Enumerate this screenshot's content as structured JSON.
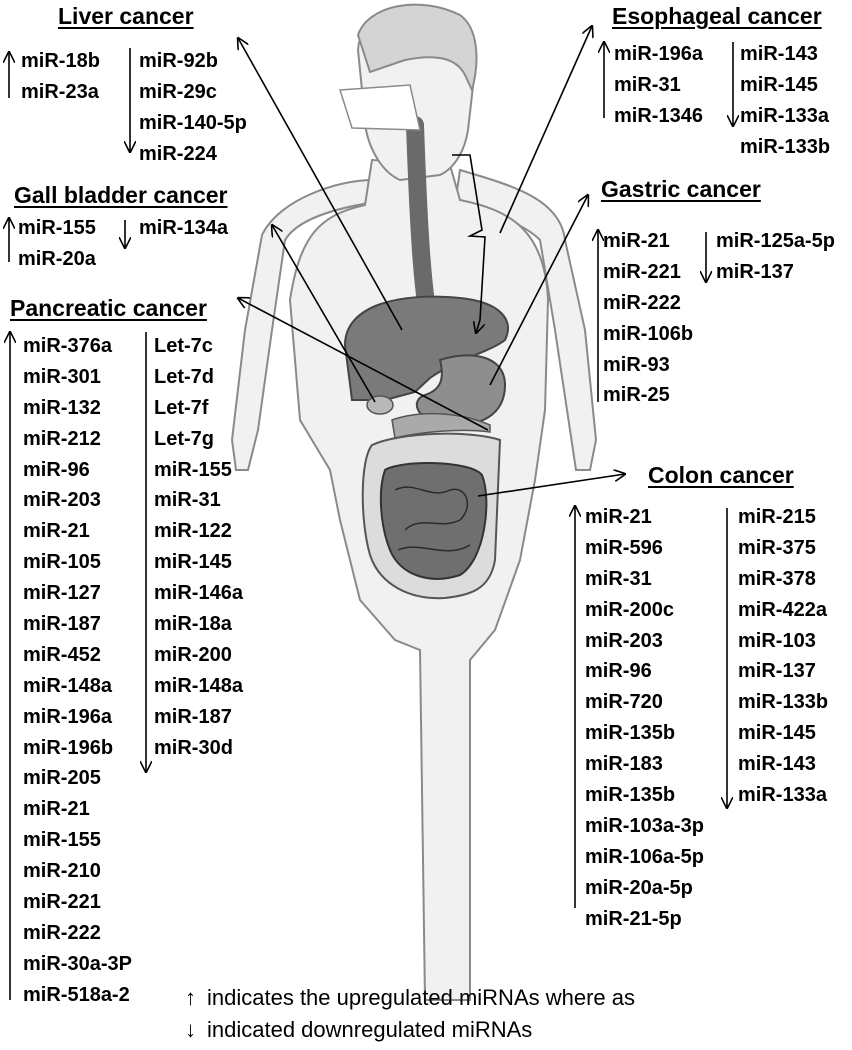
{
  "panels": {
    "liver": {
      "title": "Liver cancer",
      "up": [
        "miR-18b",
        "miR-23a"
      ],
      "down": [
        "miR-92b",
        "miR-29c",
        "miR-140-5p",
        "miR-224"
      ]
    },
    "esophageal": {
      "title": "Esophageal cancer",
      "up": [
        "miR-196a",
        "miR-31",
        "miR-1346"
      ],
      "down": [
        "miR-143",
        "miR-145",
        "miR-133a",
        "miR-133b"
      ]
    },
    "gallbladder": {
      "title": "Gall bladder cancer",
      "up": [
        "miR-155",
        "miR-20a"
      ],
      "down": [
        "miR-134a"
      ]
    },
    "gastric": {
      "title": "Gastric cancer",
      "up": [
        "miR-21",
        "miR-221",
        "miR-222",
        "miR-106b",
        "miR-93",
        "miR-25"
      ],
      "down": [
        "miR-125a-5p",
        "miR-137"
      ]
    },
    "pancreatic": {
      "title": "Pancreatic cancer",
      "up": [
        "miR-376a",
        "miR-301",
        "miR-132",
        "miR-212",
        "miR-96",
        "miR-203",
        "miR-21",
        "miR-105",
        "miR-127",
        "miR-187",
        "miR-452",
        "miR-148a",
        "miR-196a",
        "miR-196b",
        "miR-205",
        "miR-21",
        "miR-155",
        "miR-210",
        "miR-221",
        "miR-222",
        "miR-30a-3P",
        "miR-518a-2"
      ],
      "down": [
        "Let-7c",
        "Let-7d",
        "Let-7f",
        "Let-7g",
        "miR-155",
        "miR-31",
        "miR-122",
        "miR-145",
        "miR-146a",
        "miR-18a",
        "miR-200",
        "miR-148a",
        "miR-187",
        "miR-30d"
      ]
    },
    "colon": {
      "title": "Colon cancer",
      "up": [
        "miR-21",
        "miR-596",
        "miR-31",
        "miR-200c",
        "miR-203",
        "miR-96",
        "miR-720",
        "miR-135b",
        "miR-183",
        "miR-135b",
        "miR-103a-3p",
        "miR-106a-5p",
        "miR-20a-5p",
        "miR-21-5p"
      ],
      "down": [
        "miR-215",
        "miR-375",
        "miR-378",
        "miR-422a",
        "miR-103",
        "miR-137",
        "miR-133b",
        "miR-145",
        "miR-143",
        "miR-133a"
      ]
    }
  },
  "legend": {
    "up_symbol": "↑",
    "up_text": "indicates the upregulated miRNAs where as",
    "down_symbol": "↓",
    "down_text": "indicated downregulated miRNAs"
  }
}
